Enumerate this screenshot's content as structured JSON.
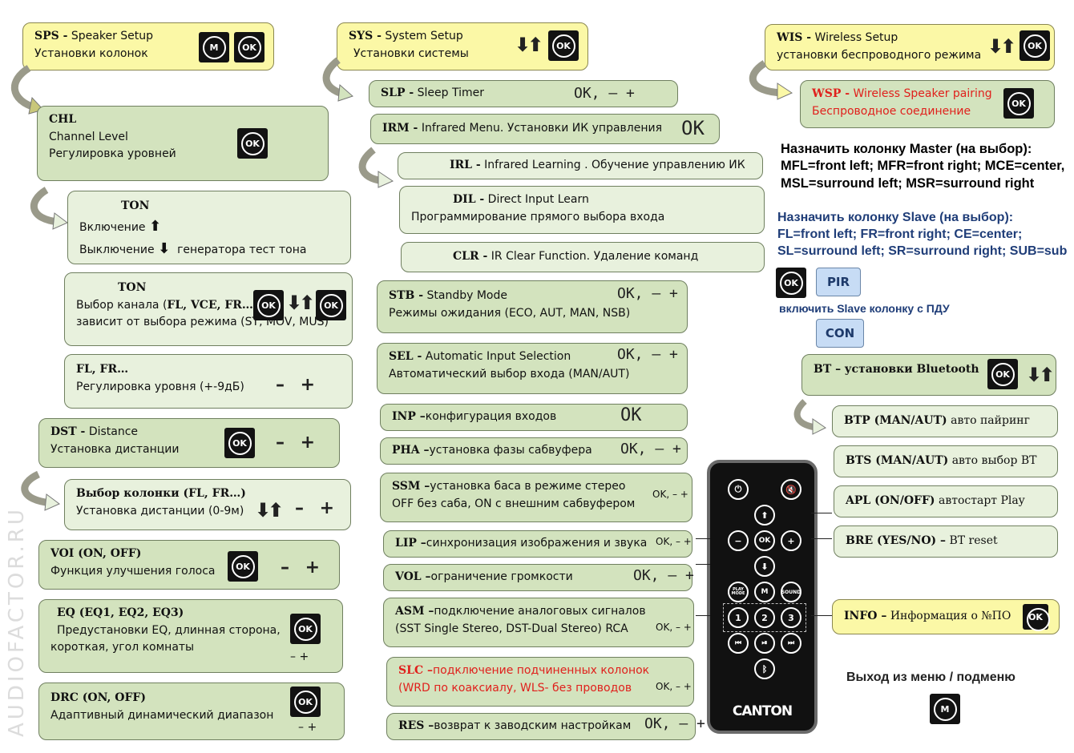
{
  "watermark": "AUDIOFACTOR.RU",
  "ok_label": "OK",
  "m_label": "M",
  "ok_pm": "OK, – +",
  "ok_only": "OK",
  "pm": "– +",
  "up_down": "⬇⬆",
  "sps": {
    "code": "SPS -",
    "title": "Speaker Setup",
    "ru": "Установки колонок"
  },
  "chl": {
    "code": "CHL",
    "line1": "Channel Level",
    "line2": "Регулировка уровней"
  },
  "ton1": {
    "code": "TON",
    "on": "Включение",
    "off": "Выключение",
    "desc": "генератора тест тона"
  },
  "ton2": {
    "code": "TON",
    "line1": "Выбор канала (",
    "bold": "FL, VCE, FR…",
    "line1_end": ")",
    "line2": "зависит от выбора режима (ST, MOV, MUS)"
  },
  "flfr": {
    "code": "FL, FR…",
    "line": "Регулировка уровня (+-9дБ)"
  },
  "dst": {
    "code": "DST -",
    "title": "Distance",
    "ru": "Установка дистанции"
  },
  "spk": {
    "code": "Выбор колонки (FL, FR…)",
    "line": "Установка дистанции (0-9м)"
  },
  "voi": {
    "code": "VOI (ON, OFF)",
    "line": "Функция улучшения голоса"
  },
  "eq": {
    "code": "EQ (EQ1, EQ2, EQ3)",
    "line1": "Предустановки EQ, длинная сторона,",
    "line2": "короткая, угол комнаты"
  },
  "drc": {
    "code": "DRC (ON, OFF)",
    "line": "Адаптивный динамический диапазон"
  },
  "sys": {
    "code": "SYS -",
    "title": "System Setup",
    "ru": "Установки системы"
  },
  "slp": {
    "code": "SLP -",
    "title": "Sleep Timer"
  },
  "irm": {
    "code": "IRM -",
    "title": "Infrared Menu. Установки ИК управления"
  },
  "irl": {
    "code": "IRL -",
    "title": "Infrared Learning . Обучение управлению ИК"
  },
  "dil": {
    "code": "DIL -",
    "title": "Direct Input Learn",
    "ru": "Программирование прямого выбора входа"
  },
  "clr": {
    "code": "CLR -",
    "title": "IR Clear Function.  Удаление команд"
  },
  "stb": {
    "code": "STB -",
    "title": "Standby Mode",
    "ru": "Режимы ожидания (ECO, AUT, MAN, NSB)"
  },
  "sel": {
    "code": "SEL -",
    "title": "Automatic Input Selection",
    "ru": "Автоматический выбор  входа (MAN/AUT)"
  },
  "inp": {
    "code": "INP –",
    "title": "конфигурация входов"
  },
  "pha": {
    "code": "PHA –",
    "title": "установка фазы сабвуфера"
  },
  "ssm": {
    "code": "SSM –",
    "title": "установка баса в режиме стерео",
    "ru": "OFF без саба, ON с внешним сабвуфером"
  },
  "lip": {
    "code": "LIP –",
    "title": "синхронизация изображения и звука"
  },
  "vol": {
    "code": "VOL –",
    "title": "ограничение громкости"
  },
  "asm": {
    "code": "ASM –",
    "title": "подключение аналоговых сигналов",
    "ru": "(SST Single Stereo, DST-Dual Stereo) RCA"
  },
  "slc": {
    "code": "SLC –",
    "title": "подключение подчиненных колонок",
    "ru": "(WRD по коаксиалу, WLS- без проводов"
  },
  "res": {
    "code": "RES –",
    "title": "возврат к заводским настройкам"
  },
  "wis": {
    "code": "WIS -",
    "title": "Wireless Setup",
    "ru": "установки беспроводного режима"
  },
  "wsp": {
    "code": "WSP -",
    "title": "Wireless Speaker pairing",
    "ru": "Беспроводное соединение"
  },
  "master": {
    "line1": "Назначить колонку Master (на выбор):",
    "line2": "MFL=front left; MFR=front right; MCE=center,",
    "line3": "MSL=surround left; MSR=surround right"
  },
  "slave": {
    "line1": "Назначить колонку Slave (на выбор):",
    "line2": "FL=front left; FR=front right; CE=center;",
    "line3": "SL=surround left; SR=surround right; SUB=sub"
  },
  "pir": "PIR",
  "slave_remote": "включить Slave колонку с ПДУ",
  "con": "CON",
  "bt": {
    "code": "BT –",
    "title": "установки Bluetooth"
  },
  "btp": {
    "code": "BTP (MAN/AUT)",
    "title": "авто пайринг"
  },
  "bts": {
    "code": "BTS (MAN/AUT)",
    "title": "авто выбор BT"
  },
  "apl": {
    "code": "APL (ON/OFF)",
    "title": "автостарт Play"
  },
  "bre": {
    "code": "BRE (YES/NO) –",
    "title": "BT reset"
  },
  "info": {
    "code": "INFO –",
    "title": "Информация о №ПО"
  },
  "exit": "Выход из меню / подменю",
  "remote": {
    "brand": "CANTON",
    "play_mode": "PLAY MODE",
    "sound": "SOUND",
    "b1": "1",
    "b2": "2",
    "b3": "3",
    "ok": "OK",
    "m": "M"
  }
}
